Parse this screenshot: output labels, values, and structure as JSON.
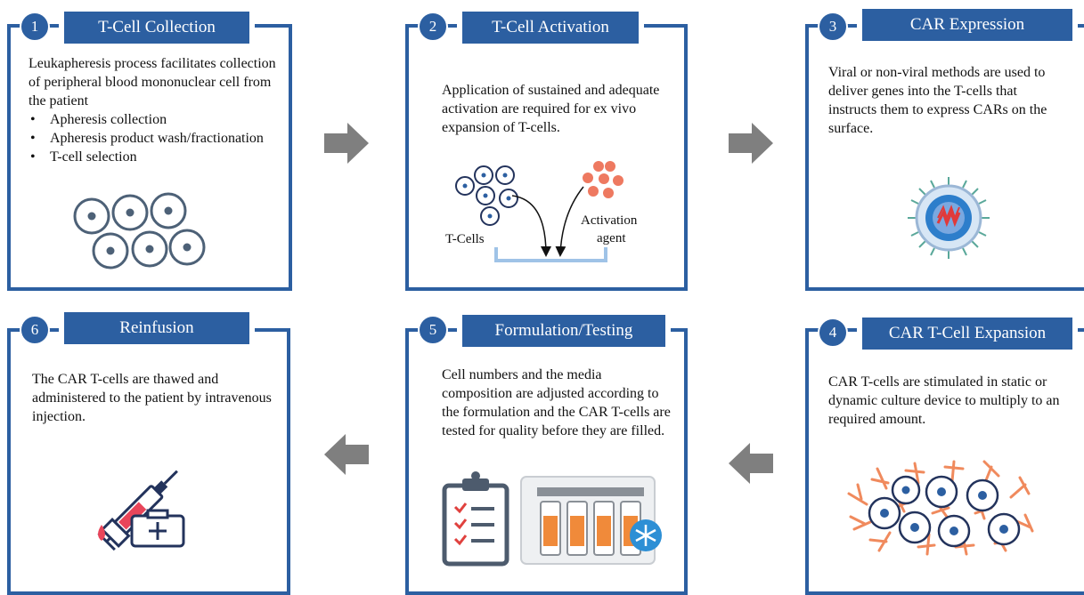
{
  "steps": [
    {
      "number": "1",
      "title": "T-Cell Collection",
      "text": "Leukapheresis process facilitates collection of peripheral blood mononuclear cell from the patient",
      "bullets": [
        "Apheresis collection",
        "Apheresis product wash/fractionation",
        "T-cell selection"
      ]
    },
    {
      "number": "2",
      "title": "T-Cell Activation",
      "text": "Application of sustained and adequate activation are required for ex vivo expansion of T-cells.",
      "labels": {
        "tcells": "T-Cells",
        "agent_line1": "Activation",
        "agent_line2": "agent"
      }
    },
    {
      "number": "3",
      "title": "CAR Expression",
      "text": "Viral or non-viral methods are used to deliver genes into the T-cells that instructs them to express CARs on the surface."
    },
    {
      "number": "4",
      "title": "CAR T-Cell Expansion",
      "text": "CAR T-cells are stimulated in static or dynamic culture device to multiply to an required amount."
    },
    {
      "number": "5",
      "title": "Formulation/Testing",
      "text": "Cell numbers and the media composition are adjusted according to the formulation and the CAR T-cells are tested for quality before they are filled."
    },
    {
      "number": "6",
      "title": "Reinfusion",
      "text": "The CAR T-cells are thawed and administered to the patient by intravenous injection."
    }
  ],
  "colors": {
    "brand_blue": "#2c5fa1",
    "arrow_gray": "#7f7f7f",
    "cell_dark": "#23335c",
    "agent_orange": "#ee7960",
    "receptor_orange": "#f08a5d",
    "tray_blue": "#9fc3e7"
  }
}
